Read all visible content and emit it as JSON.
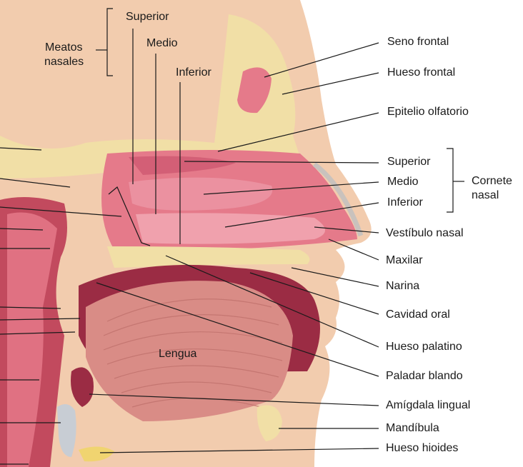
{
  "groups": {
    "meatos": {
      "line1": "Meatos",
      "line2": "nasales"
    },
    "cornete": {
      "line1": "Cornete",
      "line2": "nasal"
    }
  },
  "meatos": {
    "superior": "Superior",
    "medio": "Medio",
    "inferior": "Inferior"
  },
  "cornetes": {
    "superior": "Superior",
    "medio": "Medio",
    "inferior": "Inferior"
  },
  "labels": {
    "seno_frontal": "Seno frontal",
    "hueso_frontal": "Hueso frontal",
    "epitelio_olfatorio": "Epitelio olfatorio",
    "vestibulo_nasal": "Vestíbulo nasal",
    "maxilar": "Maxilar",
    "narina": "Narina",
    "cavidad_oral": "Cavidad oral",
    "hueso_palatino": "Hueso palatino",
    "paladar_blando": "Paladar blando",
    "amigdala_lingual": "Amígdala lingual",
    "mandibula": "Mandíbula",
    "hueso_hioides": "Hueso hioides",
    "lengua": "Lengua"
  },
  "colors": {
    "skin": "#f2ccae",
    "bone": "#f1dfa6",
    "mucosa": "#e57a8a",
    "deep": "#b83a52",
    "muscle": "#d98c86",
    "leader": "#1a1a1a"
  }
}
